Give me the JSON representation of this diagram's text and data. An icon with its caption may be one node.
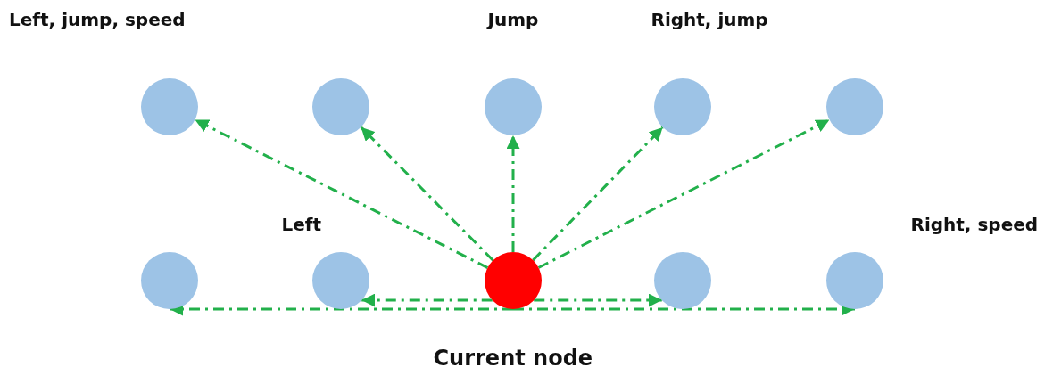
{
  "diagram": {
    "nodes": [
      {
        "text": [],
        "shape": "circle",
        "beside": [
          "Left, jump, speed"
        ]
      },
      {
        "text": [],
        "shape": "circle"
      },
      {
        "text": [],
        "shape": "circle",
        "beside": [
          "Jump"
        ]
      },
      {
        "text": [],
        "shape": "circle",
        "beside": [
          "Right, jump"
        ]
      },
      {
        "text": [],
        "shape": "circle"
      },
      {
        "text": [],
        "shape": "circle"
      },
      {
        "text": [],
        "shape": "circle",
        "beside": [
          "Left"
        ]
      },
      {
        "text": [],
        "shape": "circle",
        "beside": [
          "Current node"
        ]
      },
      {
        "text": [],
        "shape": "circle"
      },
      {
        "text": [],
        "shape": "circle",
        "beside": [
          "Right, speed"
        ]
      }
    ],
    "edges": [
      {
        "from": 7,
        "to": 0,
        "arrow": "to",
        "style": "dashed"
      },
      {
        "from": 7,
        "to": 1,
        "arrow": "to",
        "style": "dashed"
      },
      {
        "from": 7,
        "to": 2,
        "arrow": "to",
        "style": "dashed"
      },
      {
        "from": 7,
        "to": 3,
        "arrow": "to",
        "style": "dashed"
      },
      {
        "from": 7,
        "to": 4,
        "arrow": "to",
        "style": "dashed"
      },
      {
        "from": 7,
        "to": 5,
        "arrow": "to",
        "style": "dashed"
      },
      {
        "from": 7,
        "to": 6,
        "arrow": "to",
        "style": "dashed"
      },
      {
        "from": 7,
        "to": 8,
        "arrow": "to",
        "style": "dashed"
      },
      {
        "from": 7,
        "to": 9,
        "arrow": "to",
        "style": "dashed"
      }
    ]
  }
}
